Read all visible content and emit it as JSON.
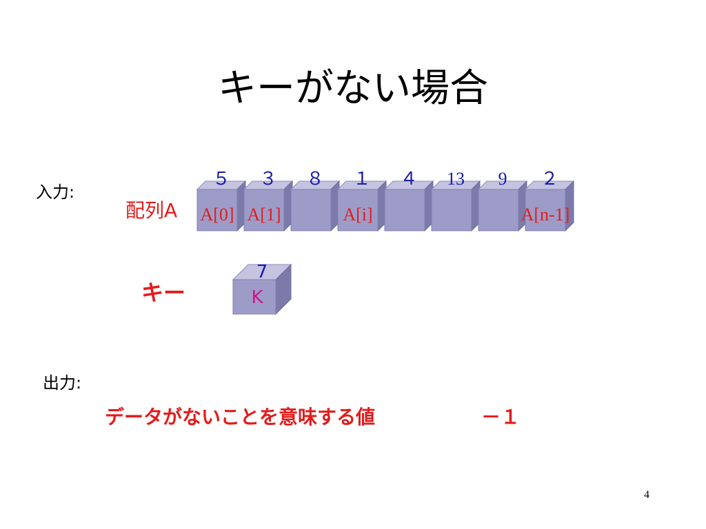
{
  "title": "キーがない場合",
  "input_label": "入力:",
  "array_label": "配列A",
  "array": {
    "values": [
      "５",
      "３",
      "８",
      "１",
      "４",
      "13",
      "9",
      "２"
    ],
    "value_font": [
      "sans",
      "sans",
      "sans",
      "sans",
      "sans",
      "serif",
      "serif",
      "sans"
    ],
    "index_labels": [
      "A[0]",
      "A[1]",
      "",
      "A[i]",
      "",
      "",
      "",
      "A[n-1]"
    ]
  },
  "key_label": "キー",
  "key": {
    "value": "7",
    "letter": "K"
  },
  "output_label": "出力:",
  "output_text": "データがないことを意味する値",
  "output_value": "－１",
  "page_number": "4",
  "colors": {
    "box_face": "#9d9cc8",
    "box_top": "#c4c3e0",
    "box_side": "#7b7aaa",
    "red": "#e31b1b",
    "blue": "#1a1aa8",
    "magenta": "#d0148c"
  }
}
